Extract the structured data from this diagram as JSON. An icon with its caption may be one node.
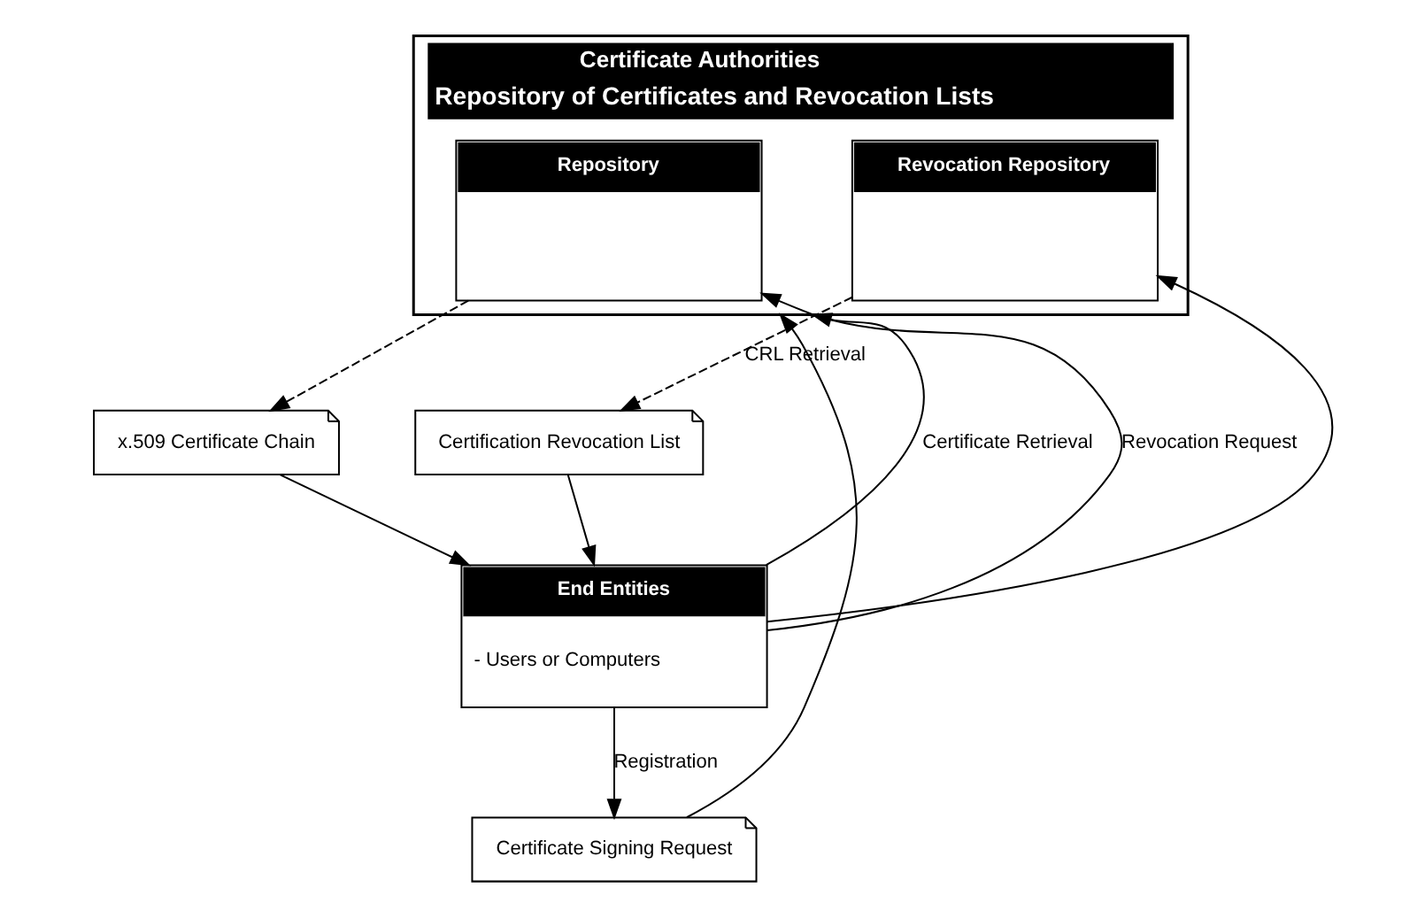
{
  "diagram": {
    "nodes": [
      {
        "text": [
          "Certificate Authorities",
          "Repository of Certificates and Revocation Lists"
        ]
      },
      {
        "text": [
          "Repository"
        ],
        "in": 0
      },
      {
        "text": [
          "Revocation Repository"
        ],
        "in": 0
      },
      {
        "text": [
          "Certificate Signing Request"
        ]
      },
      {
        "text": [
          "x.509 Certificate Chain"
        ]
      },
      {
        "text": [
          "Certification Revocation List"
        ]
      },
      {
        "text": [
          "End Entities",
          "- Users or Computers"
        ]
      }
    ],
    "edges": [
      {
        "from": 3,
        "to": 0,
        "arrow": "to"
      },
      {
        "from": 6,
        "to": 3,
        "arrow": "to",
        "label": "Registration"
      },
      {
        "from": 6,
        "to": 1,
        "arrow": "to",
        "label": "Certificate Retrieval"
      },
      {
        "from": 1,
        "to": 4,
        "arrow": "to",
        "style": "dashed"
      },
      {
        "from": 4,
        "to": 6,
        "arrow": "to"
      },
      {
        "from": 6,
        "to": 2,
        "arrow": "to"
      },
      {
        "from": 2,
        "to": 5,
        "arrow": "to",
        "style": "dashed",
        "label": "CRL Retrieval"
      },
      {
        "from": 5,
        "to": 6,
        "arrow": "to"
      },
      {
        "from": 6,
        "to": 0,
        "arrow": "to",
        "label": "Revocation Request"
      }
    ]
  }
}
